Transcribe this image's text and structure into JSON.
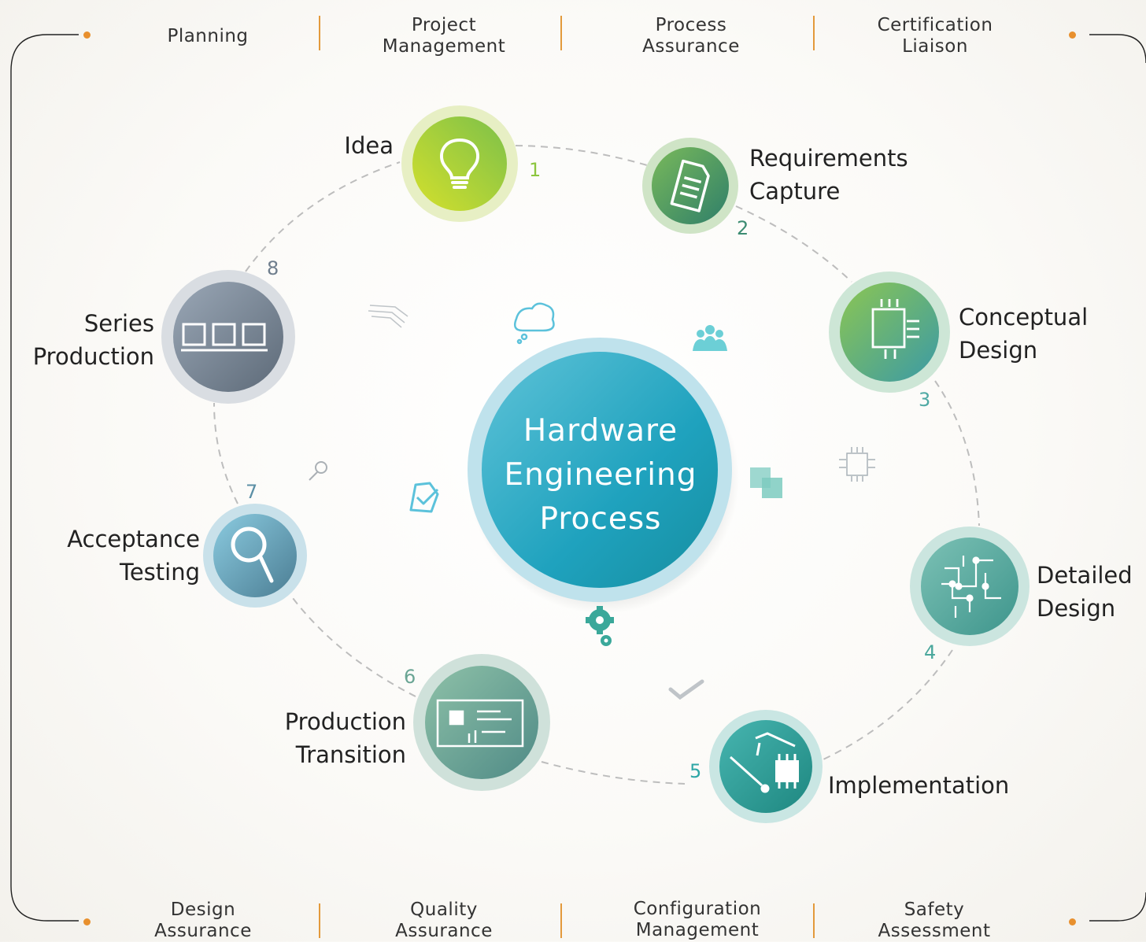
{
  "top_bar": [
    "Planning",
    "Project Management",
    "Process Assurance",
    "Certification Liaison"
  ],
  "bottom_bar": [
    "Design Assurance",
    "Quality Assurance",
    "Configuration Management",
    "Safety Assessment"
  ],
  "hub": {
    "line1": "Hardware",
    "line2": "Engineering",
    "line3": "Process"
  },
  "steps": [
    {
      "num": "1",
      "label1": "Idea",
      "label2": "",
      "icon": "lightbulb-icon",
      "color": "#8cc63f"
    },
    {
      "num": "2",
      "label1": "Requirements",
      "label2": "Capture",
      "icon": "document-icon",
      "color": "#3c8c72"
    },
    {
      "num": "3",
      "label1": "Conceptual",
      "label2": "Design",
      "icon": "chip-icon",
      "color": "#4fa9a4"
    },
    {
      "num": "4",
      "label1": "Detailed",
      "label2": "Design",
      "icon": "circuit-icon",
      "color": "#4aa79c"
    },
    {
      "num": "5",
      "label1": "Implementation",
      "label2": "",
      "icon": "soldering-icon",
      "color": "#2ea6a6"
    },
    {
      "num": "6",
      "label1": "Production",
      "label2": "Transition",
      "icon": "pcb-icon",
      "color": "#6aa594"
    },
    {
      "num": "7",
      "label1": "Acceptance",
      "label2": "Testing",
      "icon": "magnifier-icon",
      "color": "#5b8fa5"
    },
    {
      "num": "8",
      "label1": "Series",
      "label2": "Production",
      "icon": "production-line-icon",
      "color": "#6f7e8d"
    }
  ],
  "colors": {
    "accent": "#e8902e",
    "hub": "#1ea0b8",
    "dash": "#b9b9b9"
  }
}
